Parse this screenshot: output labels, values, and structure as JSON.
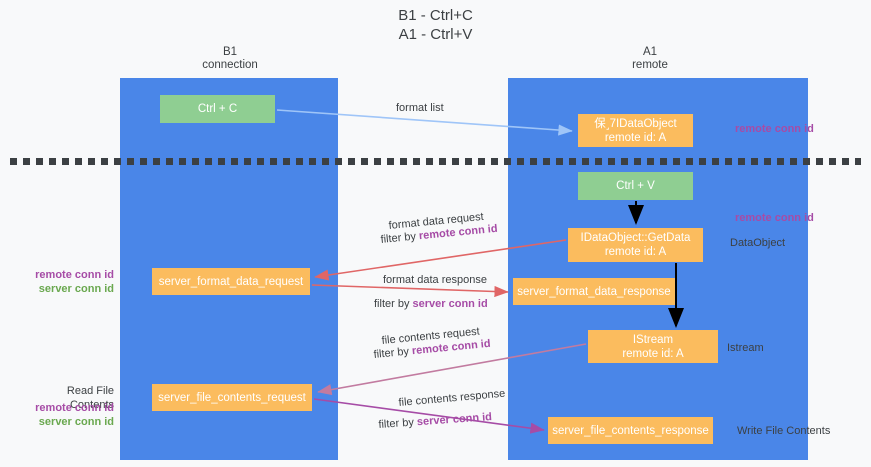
{
  "title": {
    "line1": "B1 - Ctrl+C",
    "line2": "A1 - Ctrl+V"
  },
  "lanes": [
    {
      "id": "b1",
      "name": "B1",
      "role": "connection",
      "color": "#4a86e8"
    },
    {
      "id": "a1",
      "name": "A1",
      "role": "remote",
      "color": "#4a86e8"
    }
  ],
  "colors": {
    "lane": "#4a86e8",
    "green_node": "#8fce92",
    "orange_node": "#fbbc5e",
    "purple_text": "#a64ca6",
    "green_text": "#6aa84f",
    "plain_text": "#3c4043",
    "arrow_blue": "#9fc5f8",
    "arrow_red": "#e06666",
    "arrow_magenta": "#c27ba0",
    "arrow_purple": "#a64ca6",
    "arrow_black": "#000000",
    "background": "#f8f9fa"
  },
  "nodes": [
    {
      "id": "ctrl-c",
      "lane": "b1",
      "kind": "green",
      "line1": "Ctrl + C"
    },
    {
      "id": "idataobject",
      "lane": "a1",
      "kind": "orange",
      "line1": "保˼7IDataObject",
      "line2": "remote id: A"
    },
    {
      "id": "ctrl-v",
      "lane": "a1",
      "kind": "green",
      "line1": "Ctrl + V"
    },
    {
      "id": "getdata",
      "lane": "a1",
      "kind": "orange",
      "line1": "IDataObject::GetData",
      "line2": "remote id: A"
    },
    {
      "id": "server-format-data-request",
      "lane": "b1",
      "kind": "orange",
      "line1": "server_format_data_request"
    },
    {
      "id": "server-format-data-response",
      "lane": "a1",
      "kind": "orange",
      "line1": "server_format_data_response"
    },
    {
      "id": "istream",
      "lane": "a1",
      "kind": "orange",
      "line1": "IStream",
      "line2": "remote id: A"
    },
    {
      "id": "server-file-contents-request",
      "lane": "b1",
      "kind": "orange",
      "line1": "server_file_contents_request"
    },
    {
      "id": "server-file-contents-response",
      "lane": "a1",
      "kind": "orange",
      "line1": "server_file_contents_response"
    }
  ],
  "side_annotations": {
    "remote_conn_id_top": "remote conn id",
    "remote_conn_id_mid": "remote conn id",
    "dataobject": "DataObject",
    "istream": "Istream",
    "write_file_contents": "Write File Contents",
    "read_file_contents": "Read File Contents",
    "left_remote_conn_id_1": "remote conn id",
    "left_server_conn_id_1": "server conn id",
    "left_remote_conn_id_2": "remote conn id",
    "left_server_conn_id_2": "server conn id"
  },
  "edges": [
    {
      "id": "format-list",
      "label": "format list",
      "color": "#9fc5f8",
      "from": "ctrl-c",
      "to": "idataobject"
    },
    {
      "id": "format-data-request",
      "label_line1": "format data request",
      "label_line2_prefix": "filter by ",
      "label_line2_key": "remote conn id",
      "color": "#e06666",
      "from": "getdata",
      "to": "server-format-data-request"
    },
    {
      "id": "format-data-response",
      "label_line1": "format data response",
      "label_line2_prefix": "filter by ",
      "label_line2_key": "server conn id",
      "color": "#e06666",
      "from": "server-format-data-request",
      "to": "server-format-data-response"
    },
    {
      "id": "file-contents-request",
      "label_line1": "file contents request",
      "label_line2_prefix": "filter by ",
      "label_line2_key": "remote conn id",
      "color": "#c27ba0",
      "from": "istream",
      "to": "server-file-contents-request"
    },
    {
      "id": "file-contents-response",
      "label_line1": "file contents response",
      "label_line2_prefix": "filter by ",
      "label_line2_key": "server conn id",
      "color": "#a64ca6",
      "from": "server-file-contents-request",
      "to": "server-file-contents-response"
    },
    {
      "id": "ctrlv-to-getdata",
      "label": "",
      "color": "#000000",
      "from": "ctrl-v",
      "to": "getdata"
    },
    {
      "id": "getdata-to-istream",
      "label": "",
      "color": "#000000",
      "from": "getdata",
      "to": "istream"
    }
  ]
}
